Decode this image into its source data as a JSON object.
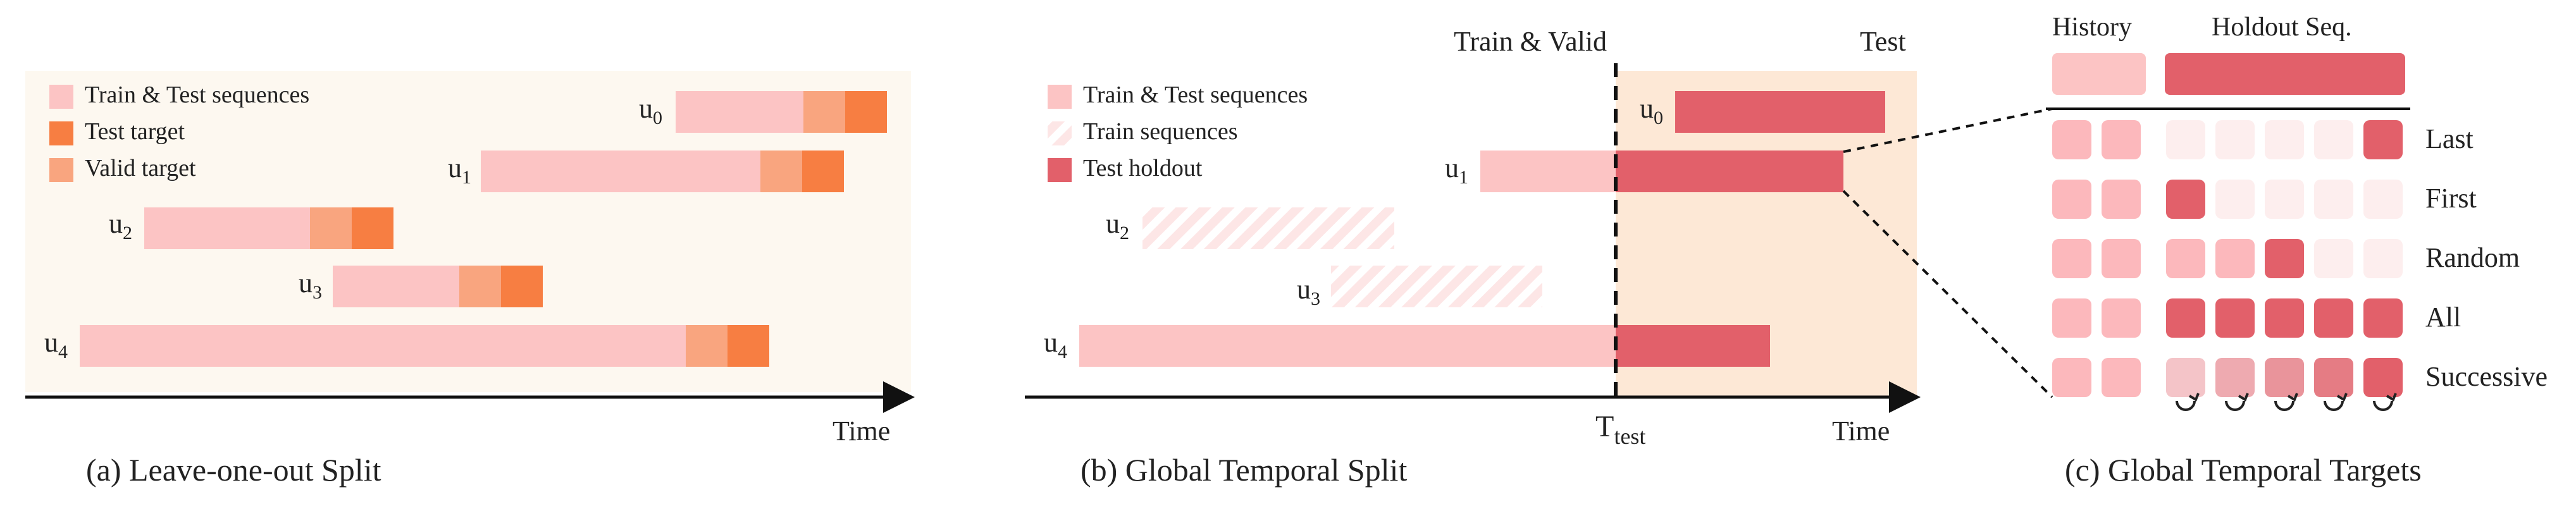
{
  "colors": {
    "panel_a_bg": "#fdf8f0",
    "panel_b_test_bg": "#fde8d6",
    "pink": "#fcc4c4",
    "test_target": "#f77e42",
    "valid_target": "#f9a57f",
    "holdout": "#e2606a",
    "faint": "#fdeeee",
    "hatch_bg": "#fde6e6",
    "axis": "#111111"
  },
  "panel_a": {
    "caption": "(a) Leave-one-out Split",
    "time_label": "Time",
    "legend": [
      {
        "label": "Train & Test sequences",
        "color_key": "pink"
      },
      {
        "label": "Test target",
        "color_key": "test_target"
      },
      {
        "label": "Valid target",
        "color_key": "valid_target"
      }
    ],
    "users": [
      {
        "name": "u",
        "sub": "0"
      },
      {
        "name": "u",
        "sub": "1"
      },
      {
        "name": "u",
        "sub": "2"
      },
      {
        "name": "u",
        "sub": "3"
      },
      {
        "name": "u",
        "sub": "4"
      }
    ]
  },
  "panel_b": {
    "caption": "(b) Global Temporal Split",
    "time_label": "Time",
    "region_train": "Train & Valid",
    "region_test": "Test",
    "t_label": "T",
    "t_sub": "test",
    "legend": [
      {
        "label": "Train & Test sequences",
        "color_key": "pink"
      },
      {
        "label": "Train sequences",
        "color_key": "hatch"
      },
      {
        "label": "Test holdout",
        "color_key": "holdout"
      }
    ],
    "users": [
      {
        "name": "u",
        "sub": "0"
      },
      {
        "name": "u",
        "sub": "1"
      },
      {
        "name": "u",
        "sub": "2"
      },
      {
        "name": "u",
        "sub": "3"
      },
      {
        "name": "u",
        "sub": "4"
      }
    ]
  },
  "panel_c": {
    "caption": "(c) Global Temporal Targets",
    "header_history": "History",
    "header_holdout": "Holdout Seq.",
    "rows": [
      {
        "label": "Last",
        "cells": [
          "faint",
          "faint",
          "faint",
          "faint",
          "dark"
        ]
      },
      {
        "label": "First",
        "cells": [
          "dark",
          "faint",
          "faint",
          "faint",
          "faint"
        ]
      },
      {
        "label": "Random",
        "cells": [
          "pink",
          "pink",
          "dark",
          "faint",
          "faint"
        ]
      },
      {
        "label": "All",
        "cells": [
          "dark",
          "dark",
          "dark",
          "dark",
          "dark"
        ]
      },
      {
        "label": "Successive",
        "cells": [
          "grad1",
          "grad2",
          "grad3",
          "grad4",
          "grad5"
        ]
      }
    ]
  }
}
